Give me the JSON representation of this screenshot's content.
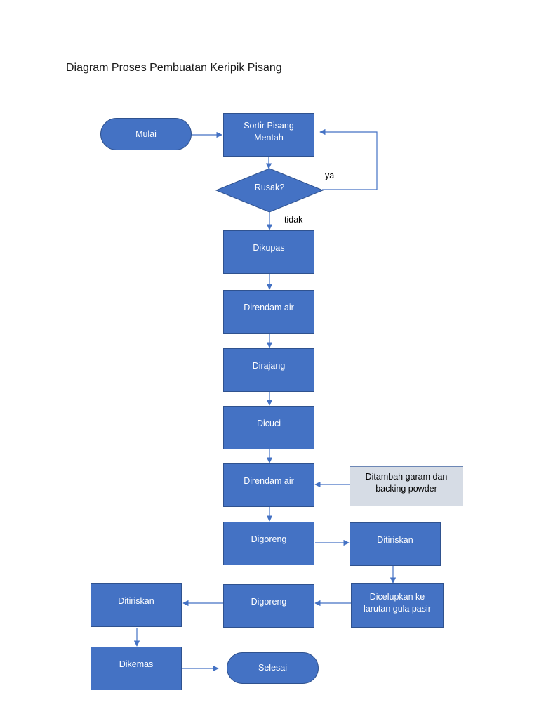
{
  "title": "Diagram Proses Pembuatan Keripik Pisang",
  "nodes": {
    "mulai": "Mulai",
    "sortir": "Sortir Pisang Mentah",
    "rusak": "Rusak?",
    "dikupas": "Dikupas",
    "direndam1": "Direndam air",
    "dirajang": "Dirajang",
    "dicuci": "Dicuci",
    "direndam2": "Direndam air",
    "ditambah": "Ditambah garam dan backing powder",
    "digoreng1": "Digoreng",
    "ditiriskan1": "Ditiriskan",
    "dicelupkan": "Dicelupkan ke larutan gula pasir",
    "digoreng2": "Digoreng",
    "ditiriskan2": "Ditiriskan",
    "dikemas": "Dikemas",
    "selesai": "Selesai"
  },
  "edge_labels": {
    "ya": "ya",
    "tidak": "tidak"
  },
  "colors": {
    "node_fill": "#4472c4",
    "node_border": "#2f528f",
    "input_fill": "#d6dce5",
    "connector": "#4472c4"
  }
}
